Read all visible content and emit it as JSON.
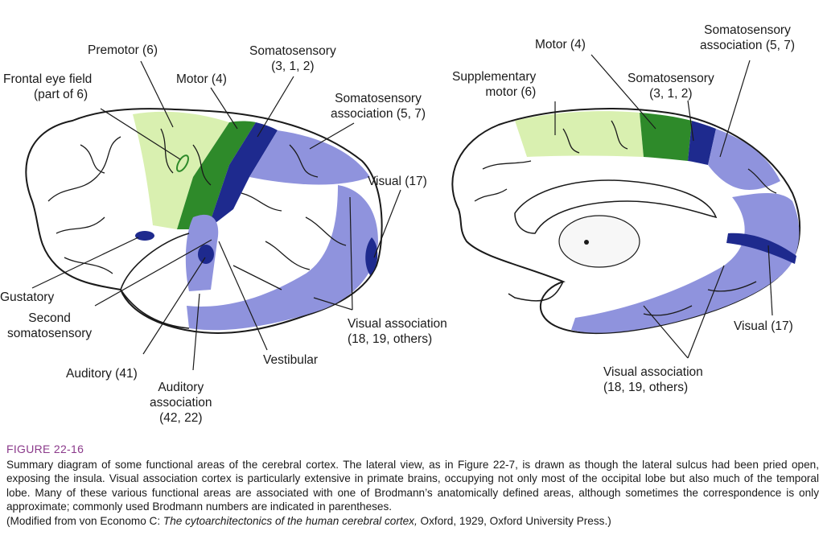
{
  "colors": {
    "premotor": "#d9f0b0",
    "motor": "#2e8a2a",
    "somatosensory": "#1e2a8e",
    "association": "#8f93dd",
    "outline": "#1a1a1a",
    "figure_number": "#8b3a8b"
  },
  "lateral": {
    "premotor": "Premotor (6)",
    "frontal_eye_l1": "Frontal eye field",
    "frontal_eye_l2": "(part of 6)",
    "motor": "Motor (4)",
    "somato_l1": "Somatosensory",
    "somato_l2": "(3, 1, 2)",
    "somato_assoc_l1": "Somatosensory",
    "somato_assoc_l2": "association (5, 7)",
    "visual": "Visual (17)",
    "gustatory": "Gustatory",
    "second_l1": "Second",
    "second_l2": "somatosensory",
    "auditory": "Auditory (41)",
    "aud_assoc_l1": "Auditory",
    "aud_assoc_l2": "association",
    "aud_assoc_l3": "(42, 22)",
    "vestibular": "Vestibular",
    "vis_assoc_l1": "Visual association",
    "vis_assoc_l2": "(18, 19, others)"
  },
  "medial": {
    "motor": "Motor (4)",
    "supp_l1": "Supplementary",
    "supp_l2": "motor (6)",
    "somato_l1": "Somatosensory",
    "somato_l2": "(3, 1, 2)",
    "somato_assoc_l1": "Somatosensory",
    "somato_assoc_l2": "association (5, 7)",
    "visual": "Visual (17)",
    "vis_assoc_l1": "Visual association",
    "vis_assoc_l2": "(18, 19, others)"
  },
  "caption": {
    "figure_number": "FIGURE 22-16",
    "text": "Summary diagram of some functional areas of the cerebral cortex. The lateral view, as in Figure 22-7, is drawn as though the lateral sulcus had been pried open, exposing the insula. Visual association cortex is particularly extensive in primate brains, occupying not only most of the occipital lobe but also much of the temporal lobe. Many of these various functional areas are associated with one of Brodmann’s anatomically defined areas, although sometimes the correspondence is only approximate; commonly used Brodmann numbers are indicated in parentheses.",
    "source_prefix": "(Modified from von Economo C: ",
    "source_title": "The cytoarchitectonics of the human cerebral cortex,",
    "source_suffix": " Oxford, 1929, Oxford University Press.)"
  }
}
